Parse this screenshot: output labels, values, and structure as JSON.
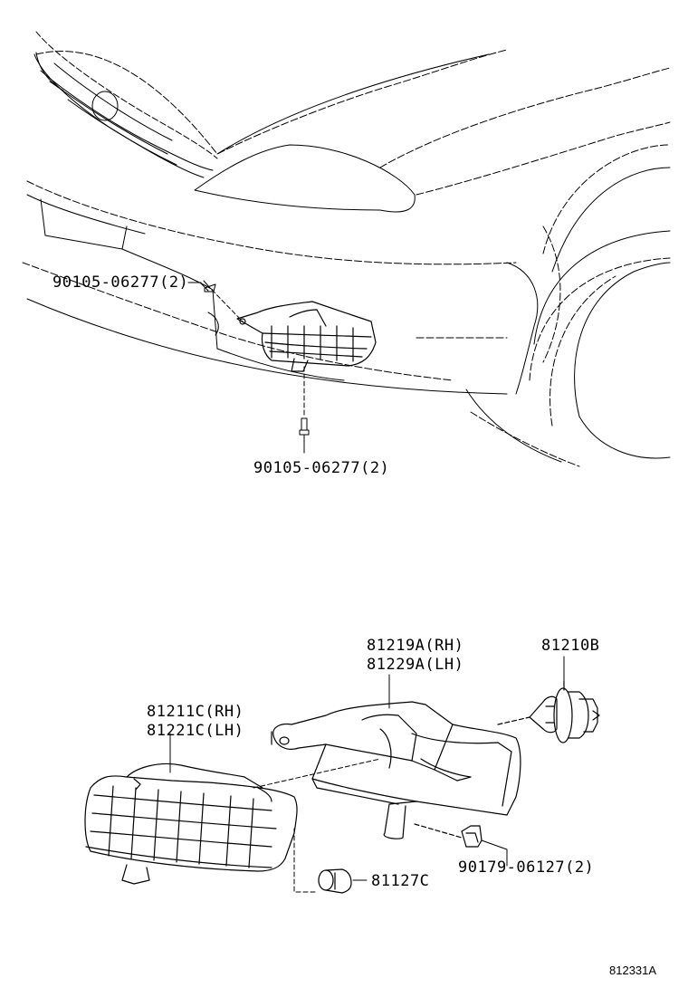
{
  "parts": {
    "bolt_upper": "90105-06277(2)",
    "bolt_lower": "90105-06277(2)",
    "reflector_rh": "81219A(RH)",
    "reflector_lh": "81229A(LH)",
    "bulb_headlamp": "81210B",
    "lens_rh": "81211C(RH)",
    "lens_lh": "81221C(LH)",
    "clip": "90179-06127(2)",
    "socket_bulb": "81127C"
  },
  "diagram_code": "812331A",
  "colors": {
    "line": "#000000",
    "background": "#ffffff"
  }
}
